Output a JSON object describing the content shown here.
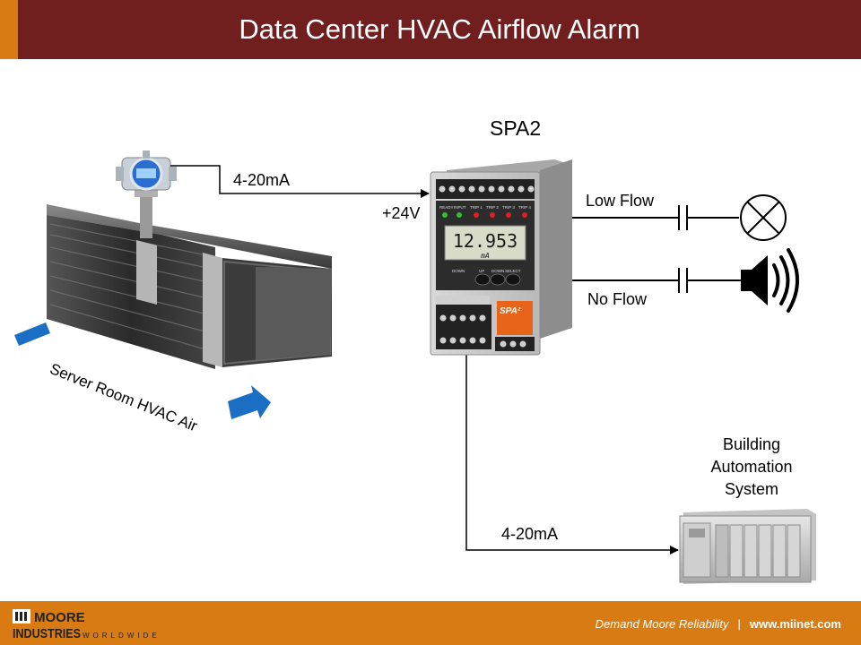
{
  "slide": {
    "title": "Data Center HVAC Airflow Alarm"
  },
  "diagram": {
    "device_label": "SPA2",
    "input_signal": "4-20mA",
    "supply_voltage": "+24V",
    "alarm_low": "Low Flow",
    "alarm_none": "No Flow",
    "output_signal": "4-20mA",
    "bas_label": "Building Automation System",
    "air_label": "Server Room HVAC Air",
    "display_value": "12.953",
    "display_unit": "mA",
    "device_badge": "SPA²",
    "led_labels": [
      "READY",
      "INPUT",
      "TRIP 1",
      "TRIP 2",
      "TRIP 3",
      "TRIP 4"
    ],
    "button_labels": [
      "DOWN",
      "UP",
      "DOWN",
      "SELECT"
    ]
  },
  "footer": {
    "logo_line1": "MOORE",
    "logo_line2": "INDUSTRIES",
    "logo_line3": "WORLDWIDE",
    "tagline": "Demand Moore Reliability",
    "separator": "|",
    "url": "www.miinet.com"
  },
  "colors": {
    "header": "#701e1e",
    "accent": "#d97b13",
    "arrow_blue": "#1a6fc4",
    "led_red": "#e02020",
    "led_green": "#30c030"
  }
}
